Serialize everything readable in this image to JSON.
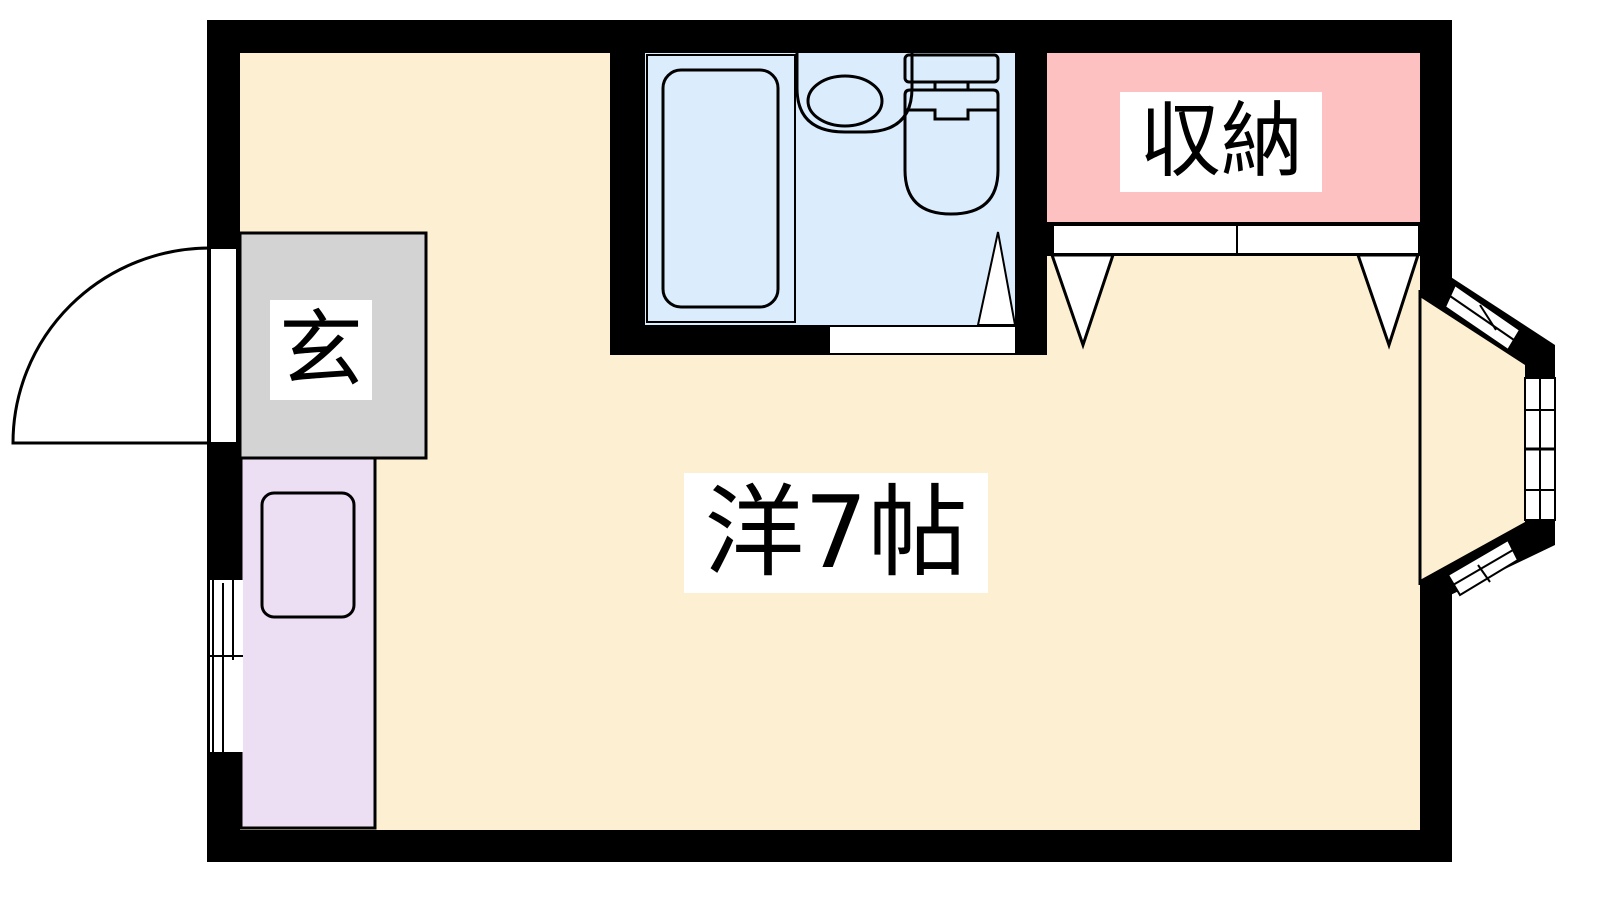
{
  "floor_plan": {
    "rooms": {
      "entrance": {
        "label": "玄"
      },
      "western_room": {
        "label": "洋7帖"
      },
      "closet": {
        "label": "収納"
      }
    },
    "colors": {
      "wall": "#000000",
      "western_room": "#fdf0d2",
      "bathroom": "#dbecfd",
      "closet": "#fec1c1",
      "entrance": "#d3d3d3",
      "kitchen": "#ecdff4"
    }
  }
}
